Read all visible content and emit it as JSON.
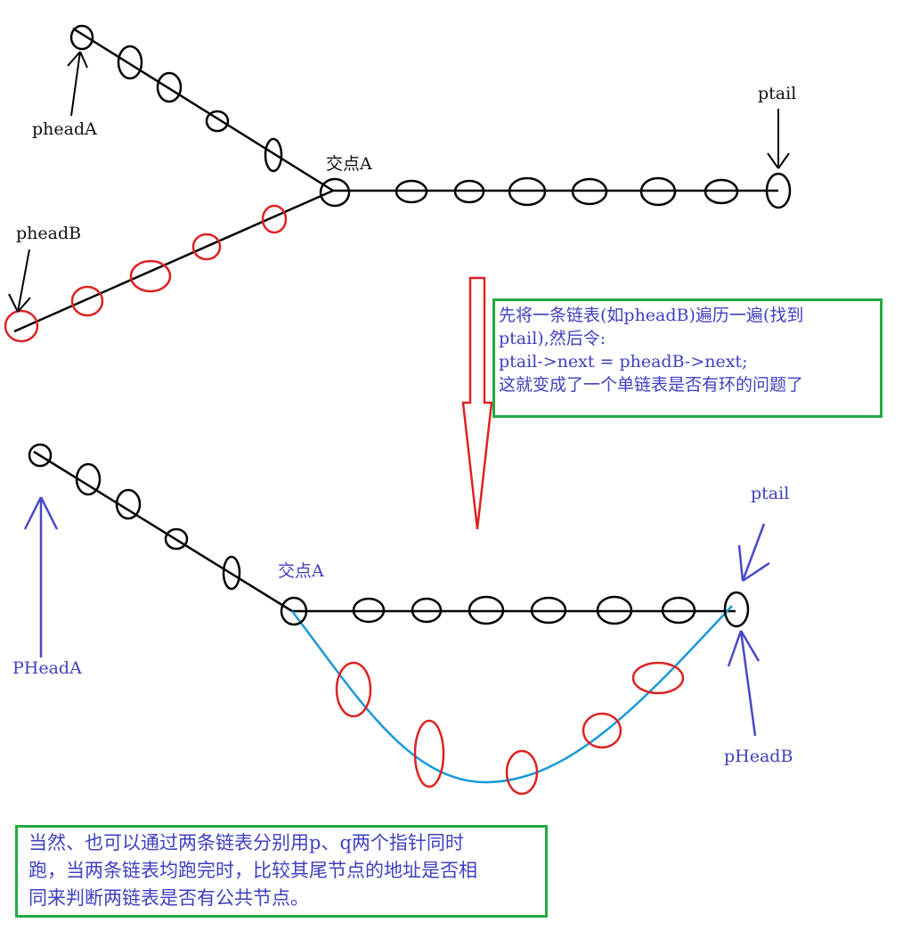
{
  "labels": {
    "phead_a_top": "pheadA",
    "phead_b_top": "pheadB",
    "ptail_top": "ptail",
    "intersection_top": "交点A",
    "intersection_bottom": "交点A",
    "ptail_bottom": "ptail",
    "phead_a_bottom": "PHeadA",
    "phead_b_bottom": "pHeadB"
  },
  "note_top": {
    "lines": [
      "先将一条链表(如pheadB)遍历一遍(找到",
      "ptail),然后令:",
      "ptail->next = pheadB->next;",
      "这就变成了一个单链表是否有环的问题了"
    ]
  },
  "note_bottom": {
    "lines": [
      "当然、也可以通过两条链表分别用p、q两个指针同时",
      "跑，当两条链表均跑完时，比较其尾节点的地址是否相",
      "同来判断两链表是否有公共节点。"
    ]
  },
  "colors": {
    "node_black": "#000000",
    "node_red": "#dd2222",
    "arrow_blue": "#4848c8",
    "curve_cyan": "#1a9ad8",
    "box_green": "#22aa44",
    "text_blue": "#4040c0"
  }
}
